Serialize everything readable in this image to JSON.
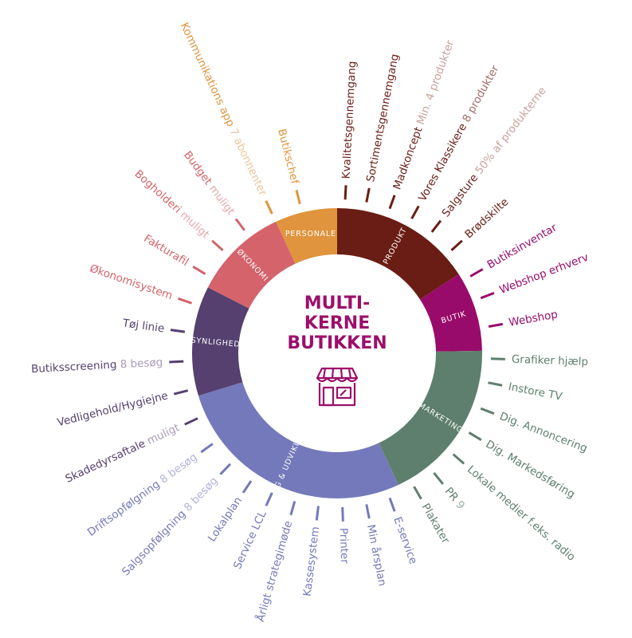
{
  "title": {
    "line1": "MULTI-",
    "line2": "KERNE",
    "line3": "BUTIKKEN"
  },
  "center_icon": "shop-icon",
  "segments": [
    {
      "name": "PRODUKT",
      "color": "#6a1d14",
      "start": 0,
      "end": 57
    },
    {
      "name": "BUTIK",
      "color": "#990b6b",
      "start": 57,
      "end": 89
    },
    {
      "name": "MARKETING",
      "color": "#5e7f6d",
      "start": 89,
      "end": 155
    },
    {
      "name": "SALG & UDVIKLING",
      "color": "#7379ba",
      "start": 155,
      "end": 253
    },
    {
      "name": "SYNLIGHED",
      "color": "#55406f",
      "start": 253,
      "end": 297
    },
    {
      "name": "ØKONOMI",
      "color": "#d4636b",
      "start": 297,
      "end": 335
    },
    {
      "name": "PERSONALE",
      "color": "#e0943e",
      "start": 335,
      "end": 360
    }
  ],
  "labels": [
    {
      "text": "Kvalitetsgennemgang",
      "sub": "",
      "angle": 3,
      "color": "#6a1d14",
      "sub_color": ""
    },
    {
      "text": "Sortimentsgennemgang",
      "sub": "",
      "angle": 11,
      "color": "#6a1d14",
      "sub_color": ""
    },
    {
      "text": "Madkoncept",
      "sub": "Min. 4 produkter",
      "angle": 20,
      "color": "#6a1d14",
      "sub_color": "#c7a29c"
    },
    {
      "text": "Vores Klassikere",
      "sub": "8 produkter",
      "angle": 29,
      "color": "#6a1d14",
      "sub_color": "#a46d65"
    },
    {
      "text": "Salgsture",
      "sub": "50% af produkterne",
      "angle": 38,
      "color": "#6a1d14",
      "sub_color": "#c7a29c"
    },
    {
      "text": "Brødskilte",
      "sub": "",
      "angle": 48,
      "color": "#6a1d14",
      "sub_color": ""
    },
    {
      "text": "Butiksinventar",
      "sub": "",
      "angle": 60,
      "color": "#990b6b",
      "sub_color": ""
    },
    {
      "text": "Webshop erhverv",
      "sub": "",
      "angle": 69,
      "color": "#990b6b",
      "sub_color": ""
    },
    {
      "text": "Webshop",
      "sub": "",
      "angle": 80,
      "color": "#990b6b",
      "sub_color": ""
    },
    {
      "text": "Grafiker hjælp",
      "sub": "",
      "angle": 92,
      "color": "#5e7f6d",
      "sub_color": ""
    },
    {
      "text": "Instore TV",
      "sub": "",
      "angle": 101,
      "color": "#5e7f6d",
      "sub_color": ""
    },
    {
      "text": "Dig. Annoncering",
      "sub": "",
      "angle": 111,
      "color": "#5e7f6d",
      "sub_color": ""
    },
    {
      "text": "Dig. Markedsføring",
      "sub": "",
      "angle": 121,
      "color": "#5e7f6d",
      "sub_color": ""
    },
    {
      "text": "Lokale medier f.eks. radio",
      "sub": "",
      "angle": 131,
      "color": "#5e7f6d",
      "sub_color": ""
    },
    {
      "text": "PR",
      "sub": "9",
      "angle": 141,
      "color": "#5e7f6d",
      "sub_color": "#9db3a6"
    },
    {
      "text": "Plakater",
      "sub": "",
      "angle": 150,
      "color": "#5e7f6d",
      "sub_color": ""
    },
    {
      "text": "E-service",
      "sub": "",
      "angle": 160,
      "color": "#7379ba",
      "sub_color": ""
    },
    {
      "text": "Min årsplan",
      "sub": "",
      "angle": 169,
      "color": "#7379ba",
      "sub_color": ""
    },
    {
      "text": "Printer",
      "sub": "",
      "angle": 178,
      "color": "#7379ba",
      "sub_color": ""
    },
    {
      "text": "Kassesystem",
      "sub": "",
      "angle": 187,
      "color": "#7379ba",
      "sub_color": ""
    },
    {
      "text": "Årligt strategimøde",
      "sub": "",
      "angle": 196,
      "color": "#7379ba",
      "sub_color": ""
    },
    {
      "text": "Service LCL",
      "sub": "",
      "angle": 205,
      "color": "#7379ba",
      "sub_color": ""
    },
    {
      "text": "Lokalplan",
      "sub": "",
      "angle": 214,
      "color": "#7379ba",
      "sub_color": ""
    },
    {
      "text": "Salgsopfølgning",
      "sub": "8 besøg",
      "angle": 224,
      "color": "#7379ba",
      "sub_color": "#b1b4d8"
    },
    {
      "text": "Driftsopfølgning",
      "sub": "8 besøg",
      "angle": 234,
      "color": "#7379ba",
      "sub_color": "#b1b4d8"
    },
    {
      "text": "Skadedyrsaftale",
      "sub": "muligt",
      "angle": 245,
      "color": "#55406f",
      "sub_color": "#a99bba"
    },
    {
      "text": "Vedligehold/Hygiejne",
      "sub": "",
      "angle": 256,
      "color": "#55406f",
      "sub_color": ""
    },
    {
      "text": "Butiksscreening",
      "sub": "8 besøg",
      "angle": 267,
      "color": "#55406f",
      "sub_color": "#a99bba"
    },
    {
      "text": "Tøj linie",
      "sub": "",
      "angle": 278,
      "color": "#55406f",
      "sub_color": ""
    },
    {
      "text": "Økonomisystem",
      "sub": "",
      "angle": 289,
      "color": "#d4636b",
      "sub_color": ""
    },
    {
      "text": "Fakturafil",
      "sub": "",
      "angle": 301,
      "color": "#d4636b",
      "sub_color": ""
    },
    {
      "text": "Bogholderi",
      "sub": "muligt",
      "angle": 312,
      "color": "#d4636b",
      "sub_color": "#e8a7ab"
    },
    {
      "text": "Budget",
      "sub": "muligt",
      "angle": 323,
      "color": "#d4636b",
      "sub_color": "#e8a7ab"
    },
    {
      "text": "Kommunikations app",
      "sub": "7 abonnenter",
      "angle": 335,
      "color": "#e0943e",
      "sub_color": "#eec597"
    },
    {
      "text": "Butikschef",
      "sub": "",
      "angle": 346,
      "color": "#e0943e",
      "sub_color": ""
    }
  ]
}
